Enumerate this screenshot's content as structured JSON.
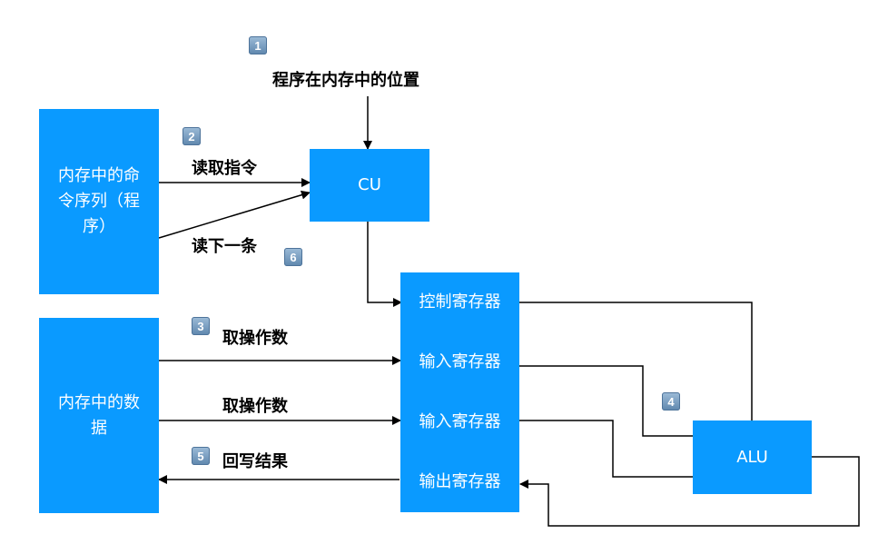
{
  "diagram": {
    "title_label": "程序在内存中的位置",
    "boxes": {
      "memory_program": "内存中的命令序列（程序）",
      "cu": "CU",
      "memory_data": "内存中的数据",
      "control_register": "控制寄存器",
      "input_register_1": "输入寄存器",
      "input_register_2": "输入寄存器",
      "output_register": "输出寄存器",
      "alu": "ALU"
    },
    "edge_labels": {
      "read_instruction": "读取指令",
      "read_next": "读下一条",
      "fetch_operand_1": "取操作数",
      "fetch_operand_2": "取操作数",
      "write_back": "回写结果"
    },
    "steps": [
      "1",
      "2",
      "3",
      "4",
      "5",
      "6"
    ]
  }
}
